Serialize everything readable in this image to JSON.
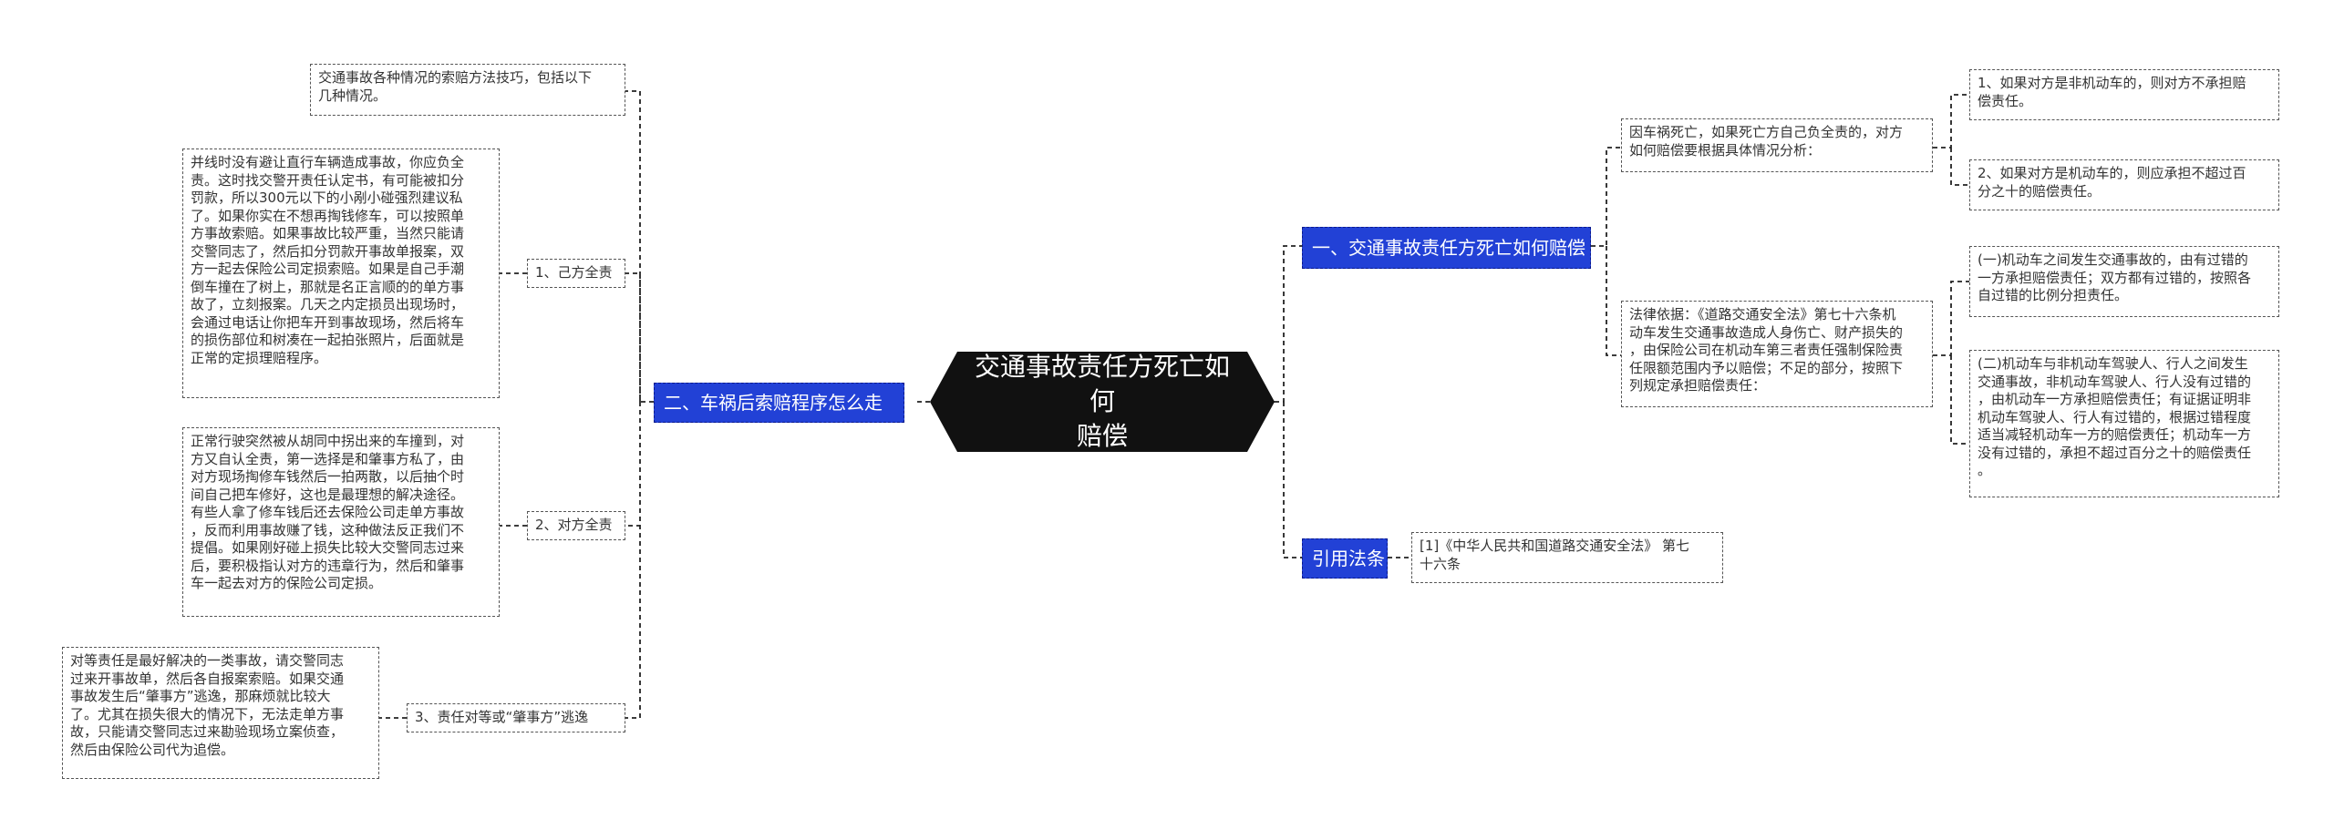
{
  "center": {
    "lines": [
      "交通事故责任方死亡如何",
      "赔偿"
    ]
  },
  "branch_right_1": {
    "label": "一、交通事故责任方死亡如何赔偿"
  },
  "branch_right_2": {
    "label": "引用法条"
  },
  "branch_left_1": {
    "label": "二、车祸后索赔程序怎么走"
  },
  "r1_mid_1": {
    "lines": [
      "因车祸死亡，如果死亡方自己负全责的，对方",
      "如何赔偿要根据具体情况分析："
    ]
  },
  "r1_mid_1_leaf_1": {
    "lines": [
      "1、如果对方是非机动车的，则对方不承担赔",
      "偿责任。"
    ]
  },
  "r1_mid_1_leaf_2": {
    "lines": [
      "2、如果对方是机动车的，则应承担不超过百",
      "分之十的赔偿责任。"
    ]
  },
  "r1_mid_2": {
    "lines": [
      "法律依据：《道路交通安全法》第七十六条机",
      "动车发生交通事故造成人身伤亡、财产损失的",
      "，由保险公司在机动车第三者责任强制保险责",
      "任限额范围内予以赔偿；不足的部分，按照下",
      "列规定承担赔偿责任："
    ]
  },
  "r1_mid_2_leaf_1": {
    "lines": [
      "(一)机动车之间发生交通事故的，由有过错的",
      "一方承担赔偿责任；双方都有过错的，按照各",
      "自过错的比例分担责任。"
    ]
  },
  "r1_mid_2_leaf_2": {
    "lines": [
      "(二)机动车与非机动车驾驶人、行人之间发生",
      "交通事故，非机动车驾驶人、行人没有过错的",
      "，由机动车一方承担赔偿责任；有证据证明非",
      "机动车驾驶人、行人有过错的，根据过错程度",
      "适当减轻机动车一方的赔偿责任；机动车一方",
      "没有过错的，承担不超过百分之十的赔偿责任",
      "。"
    ]
  },
  "r2_leaf": {
    "lines": [
      "[1]《中华人民共和国道路交通安全法》 第七",
      "十六条"
    ]
  },
  "l1_intro": {
    "lines": [
      "交通事故各种情况的索赔方法技巧，包括以下",
      "几种情况。"
    ]
  },
  "l1_sub_1": {
    "label": "1、己方全责"
  },
  "l1_sub_1_leaf": {
    "lines": [
      "并线时没有避让直行车辆造成事故，你应负全",
      "责。这时找交警开责任认定书，有可能被扣分",
      "罚款，所以300元以下的小剐小碰强烈建议私",
      "了。如果你实在不想再掏钱修车，可以按照单",
      "方事故索赔。如果事故比较严重，当然只能请",
      "交警同志了，然后扣分罚款开事故单报案，双",
      "方一起去保险公司定损索赔。如果是自己手潮",
      "倒车撞在了树上，那就是名正言顺的的单方事",
      "故了，立刻报案。几天之内定损员出现场时，",
      "会通过电话让你把车开到事故现场，然后将车",
      "的损伤部位和树凑在一起拍张照片，后面就是",
      "正常的定损理赔程序。"
    ]
  },
  "l1_sub_2": {
    "label": "2、对方全责"
  },
  "l1_sub_2_leaf": {
    "lines": [
      "正常行驶突然被从胡同中拐出来的车撞到，对",
      "方又自认全责，第一选择是和肇事方私了，由",
      "对方现场掏修车钱然后一拍两散，以后抽个时",
      "间自己把车修好，这也是最理想的解决途径。",
      "有些人拿了修车钱后还去保险公司走单方事故",
      "，反而利用事故赚了钱，这种做法反正我们不",
      "提倡。如果刚好碰上损失比较大交警同志过来",
      "后，要积极指认对方的违章行为，然后和肇事",
      "车一起去对方的保险公司定损。"
    ]
  },
  "l1_sub_3": {
    "label": "3、责任对等或“肇事方”逃逸"
  },
  "l1_sub_3_leaf": {
    "lines": [
      "对等责任是最好解决的一类事故，请交警同志",
      "过来开事故单，然后各自报案索赔。如果交通",
      "事故发生后“肇事方”逃逸，那麻烦就比较大",
      "了。尤其在损失很大的情况下，无法走单方事",
      "故，只能请交警同志过来勘验现场立案侦查，",
      "然后由保险公司代为追偿。"
    ]
  }
}
